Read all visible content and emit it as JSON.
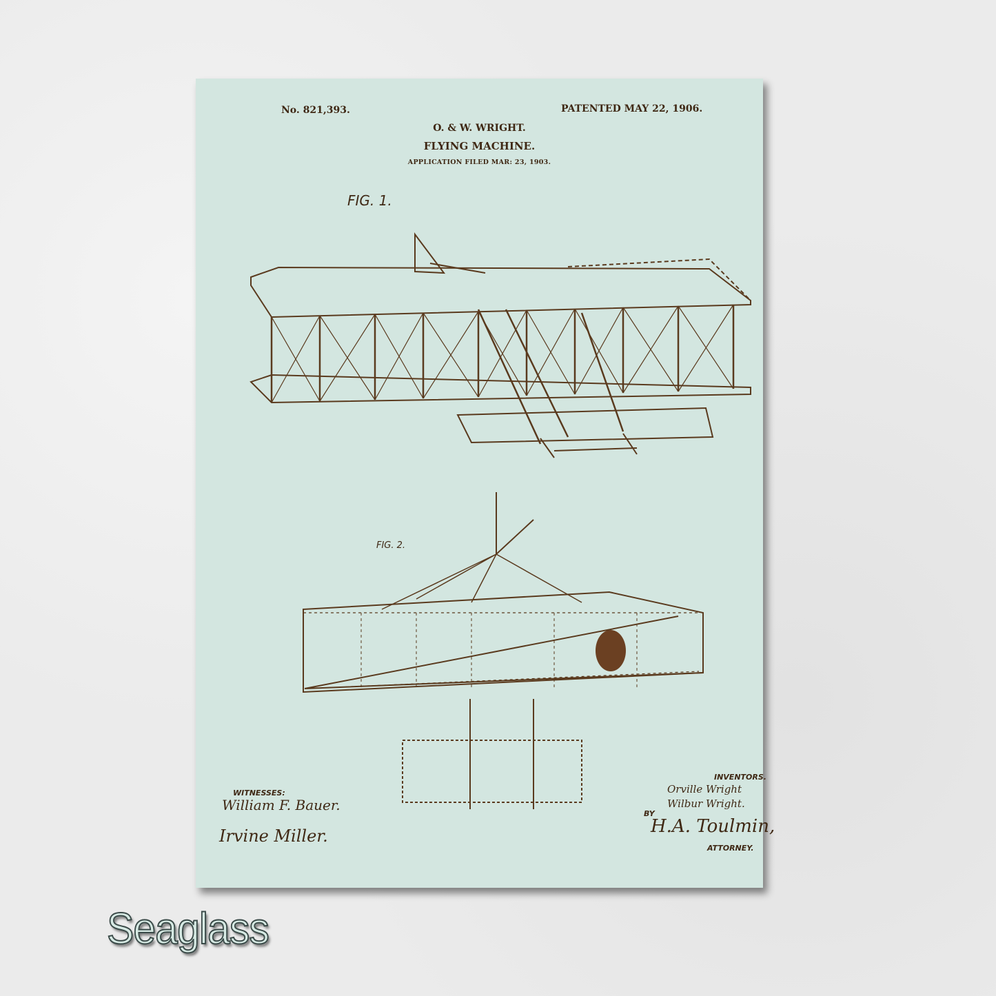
{
  "variant_label": "Seaglass",
  "colors": {
    "print_background": "#d3e6e0",
    "ink": "#4a2f18",
    "wall": "#ebebeb"
  },
  "patent": {
    "number": "No. 821,393.",
    "patented": "PATENTED MAY 22, 1906.",
    "inventors_header": "O. & W. WRIGHT.",
    "title": "FLYING MACHINE.",
    "application": "APPLICATION FILED MAR: 23, 1903.",
    "fig1": "FIG. 1.",
    "fig2": "FIG. 2."
  },
  "witnesses": {
    "label": "WITNESSES:",
    "signatures": [
      "William F. Bauer.",
      "Irvine Miller."
    ]
  },
  "inventors": {
    "label": "INVENTORS.",
    "names": [
      "Orville Wright",
      "Wilbur Wright."
    ],
    "by": "BY",
    "attorney_signature": "H.A. Toulmin,",
    "attorney_label": "ATTORNEY."
  }
}
